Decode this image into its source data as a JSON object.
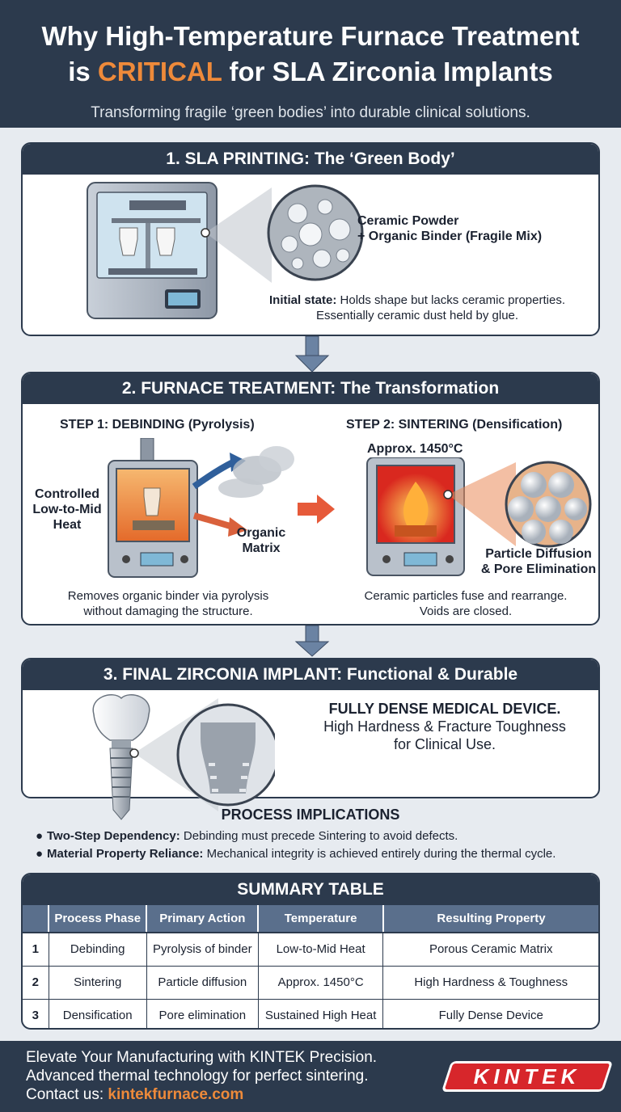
{
  "header": {
    "title_line1": "Why High-Temperature Furnace Treatment",
    "title_pre": "is ",
    "title_highlight": "CRITICAL",
    "title_post": " for SLA Zirconia Implants",
    "subtitle": "Transforming fragile ‘green bodies’ into durable clinical solutions."
  },
  "section1": {
    "heading": "1. SLA PRINTING: The ‘Green Body’",
    "mix_line1": "Ceramic Powder",
    "mix_line2": "+ Organic Binder (Fragile Mix)",
    "state_label": "Initial state:",
    "state_text": " Holds shape but lacks ceramic properties.",
    "state_text2": "Essentially ceramic dust held by glue."
  },
  "section2": {
    "heading": "2. FURNACE TREATMENT: The Transformation",
    "step1_title": "STEP 1: DEBINDING (Pyrolysis)",
    "heat_line1": "Controlled",
    "heat_line2": "Low-to-Mid",
    "heat_line3": "Heat",
    "organic_line1": "Organic",
    "organic_line2": "Matrix",
    "step1_desc1": "Removes organic binder via pyrolysis",
    "step1_desc2": "without damaging the structure.",
    "step2_title": "STEP 2: SINTERING (Densification)",
    "temp": "Approx. 1450°C",
    "diff_line1": "Particle Diffusion",
    "diff_line2": "& Pore Elimination",
    "step2_desc1": "Ceramic particles fuse and rearrange.",
    "step2_desc2": "Voids are closed."
  },
  "section3": {
    "heading": "3. FINAL ZIRCONIA IMPLANT: Functional & Durable",
    "device": "FULLY DENSE MEDICAL DEVICE.",
    "props1": "High Hardness & Fracture Toughness",
    "props2": "for Clinical Use."
  },
  "implications": {
    "title": "PROCESS IMPLICATIONS",
    "items": [
      {
        "label": "Two-Step Dependency:",
        "text": " Debinding must precede Sintering to avoid defects."
      },
      {
        "label": "Material Property Reliance:",
        "text": " Mechanical integrity is achieved entirely during the thermal cycle."
      }
    ]
  },
  "summary": {
    "title": "SUMMARY TABLE",
    "columns": [
      "Process Phase",
      "Primary Action",
      "Temperature",
      "Resulting Property"
    ],
    "rows": [
      [
        "1",
        "Debinding",
        "Pyrolysis of binder",
        "Low-to-Mid Heat",
        "Porous Ceramic Matrix"
      ],
      [
        "2",
        "Sintering",
        "Particle diffusion",
        "Approx. 1450°C",
        "High Hardness & Toughness"
      ],
      [
        "3",
        "Densification",
        "Pore elimination",
        "Sustained High Heat",
        "Fully Dense Device"
      ]
    ]
  },
  "footer": {
    "line1": "Elevate Your Manufacturing with KINTEK Precision.",
    "line2": "Advanced thermal technology for perfect sintering.",
    "contact_label": "Contact us: ",
    "contact_link": "kintekfurnace.com",
    "logo": "KINTEK"
  },
  "colors": {
    "navy": "#2c3a4d",
    "accent": "#ee8a3a",
    "logo_red": "#d7262b",
    "table_header": "#5a6f8c"
  }
}
